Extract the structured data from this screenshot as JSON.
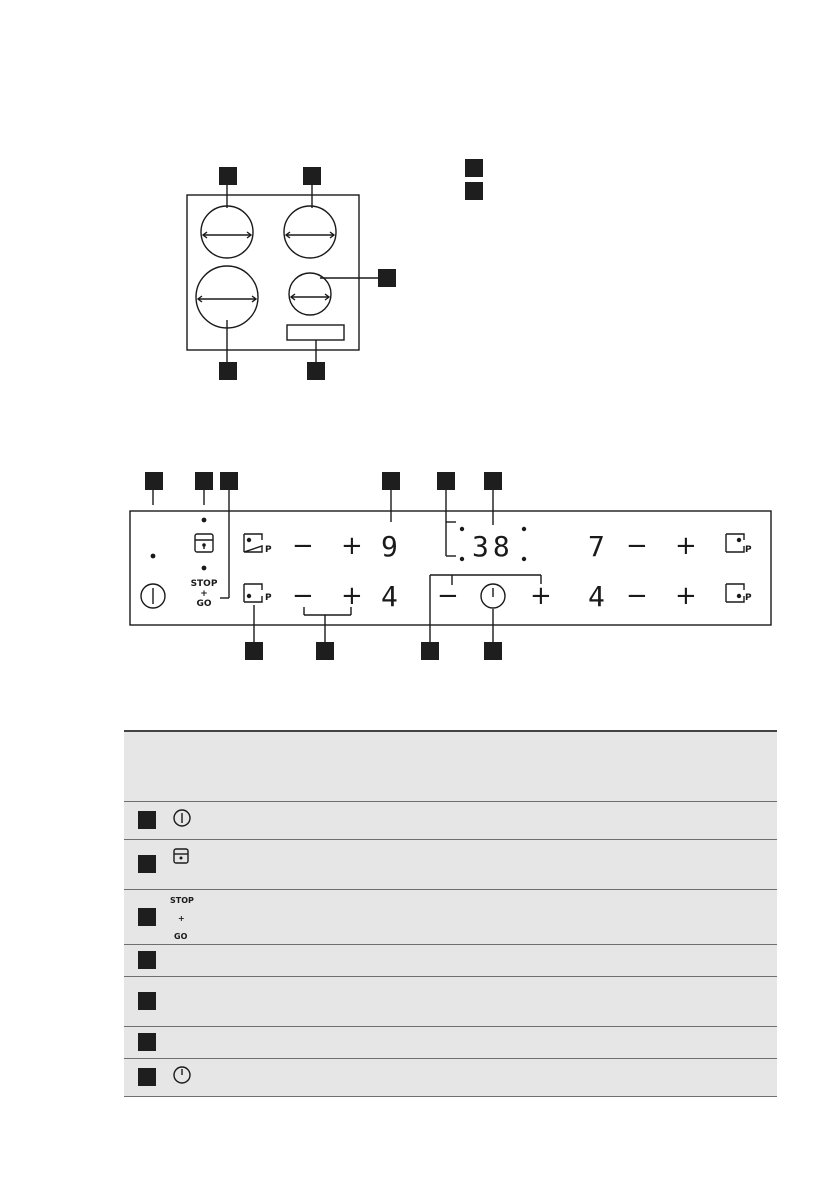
{
  "hob_layout": {
    "callout_count_top": 2,
    "callout_count_bottom": 2,
    "callout_count_right": 1
  },
  "legend_markers": 2,
  "control_panel": {
    "stop_go_line1": "STOP",
    "stop_go_plus": "+",
    "stop_go_line2": "GO",
    "p_label_1": "P",
    "p_label_2": "P",
    "p_label_3": "P",
    "p_label_4": "P",
    "display_top_left": "9",
    "display_timer": "38",
    "display_top_right": "7",
    "display_bottom_left": "4",
    "display_bottom_right": "4",
    "minus": "−",
    "plus": "+"
  },
  "operating_table": {
    "header": "",
    "rows": [
      {
        "icon": "power-icon",
        "text": ""
      },
      {
        "icon": "lock-icon",
        "text": ""
      },
      {
        "icon": "stop-go-icon",
        "text": "STOP + GO"
      },
      {
        "icon": "",
        "text": ""
      },
      {
        "icon": "",
        "text": ""
      },
      {
        "icon": "",
        "text": ""
      },
      {
        "icon": "timer-icon",
        "text": ""
      }
    ]
  },
  "colors": {
    "ink": "#1a1a1a",
    "callout_box": "#1e1e1e",
    "table_bg": "#e6e6e6",
    "rule": "#6f6f6f"
  }
}
